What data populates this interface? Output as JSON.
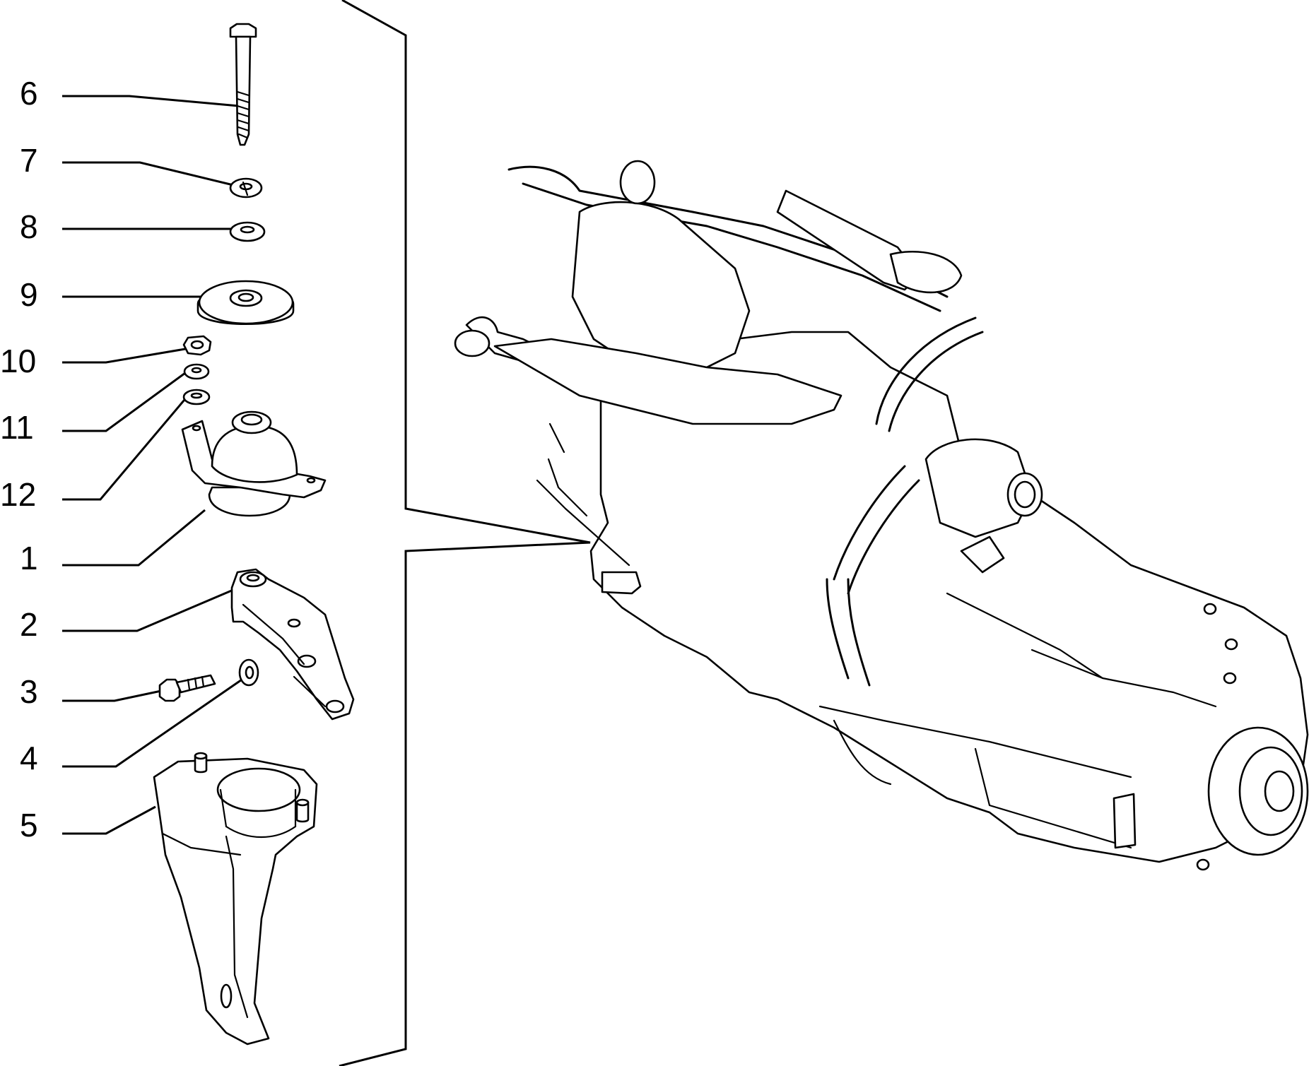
{
  "callouts": [
    {
      "id": "6",
      "label": "6"
    },
    {
      "id": "7",
      "label": "7"
    },
    {
      "id": "8",
      "label": "8"
    },
    {
      "id": "9",
      "label": "9"
    },
    {
      "id": "10",
      "label": "10"
    },
    {
      "id": "11",
      "label": "11"
    },
    {
      "id": "12",
      "label": "12"
    },
    {
      "id": "1",
      "label": "1"
    },
    {
      "id": "2",
      "label": "2"
    },
    {
      "id": "3",
      "label": "3"
    },
    {
      "id": "4",
      "label": "4"
    },
    {
      "id": "5",
      "label": "5"
    }
  ],
  "colors": {
    "line": "#000000",
    "background": "#ffffff"
  }
}
